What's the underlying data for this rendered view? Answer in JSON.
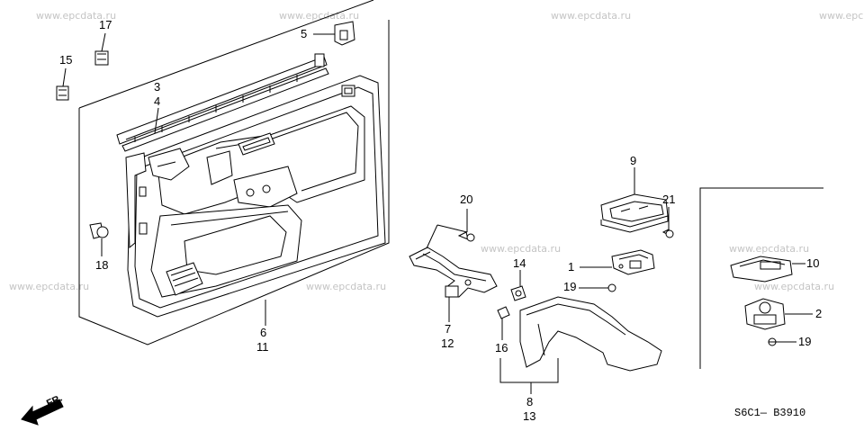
{
  "watermark": "www.epcdata.ru",
  "watermark_partial": "www.epc",
  "diagram_code": "S6C1— B3910",
  "front_label": "FR.",
  "callouts": {
    "n1": "1",
    "n2": "2",
    "n3": "3",
    "n4": "4",
    "n5": "5",
    "n6": "6",
    "n7": "7",
    "n8": "8",
    "n9": "9",
    "n10": "10",
    "n11": "11",
    "n12": "12",
    "n13": "13",
    "n14": "14",
    "n15": "15",
    "n16": "16",
    "n17": "17",
    "n18": "18",
    "n19a": "19",
    "n19b": "19",
    "n20": "20",
    "n21": "21"
  },
  "icons": [
    "door-lining-panel",
    "window-seal-strip",
    "trim-clip",
    "screw",
    "bracket",
    "switch-panel",
    "pocket-cover"
  ]
}
